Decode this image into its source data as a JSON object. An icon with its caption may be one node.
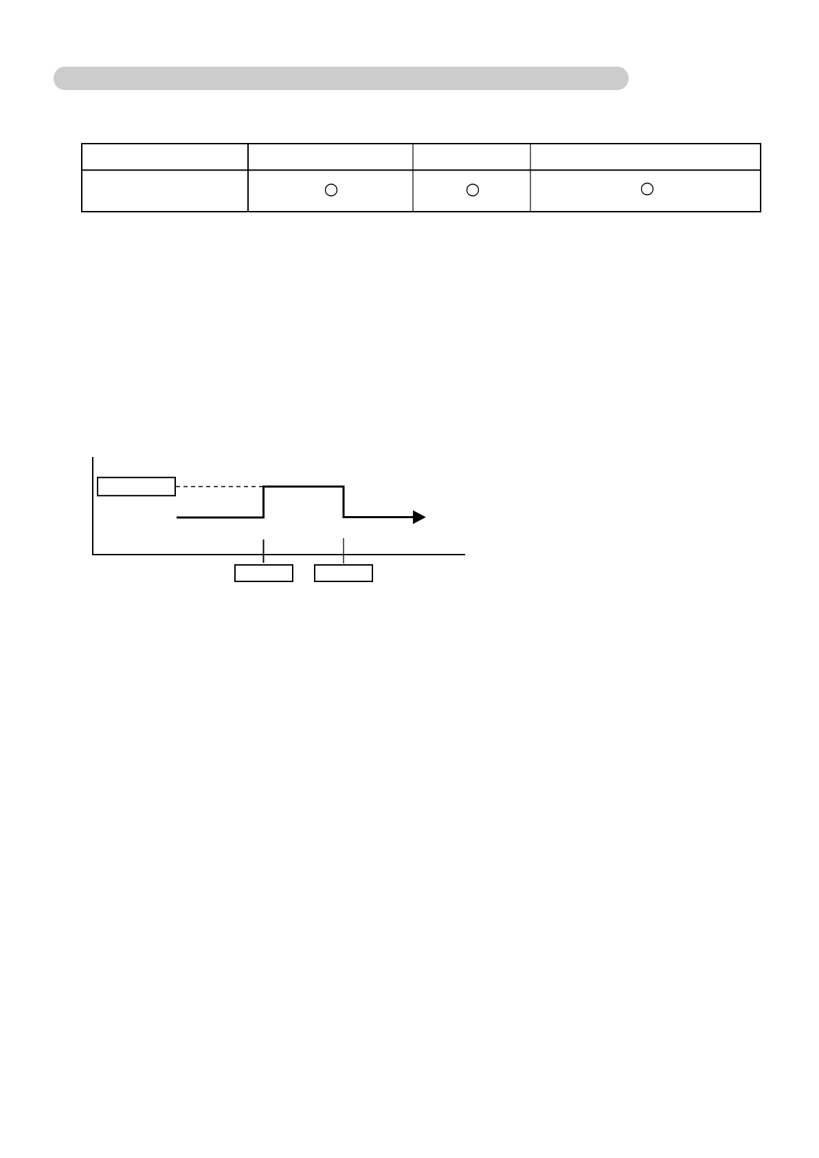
{
  "diagram": {
    "nodes": [
      {
        "text": [],
        "shape": "bar"
      },
      {
        "text": [],
        "shape": "box"
      },
      {
        "text": [],
        "shape": "line"
      },
      {
        "text": [],
        "shape": "box"
      },
      {
        "text": [],
        "shape": "box"
      }
    ],
    "edges": [
      {
        "from": 1,
        "to": 2,
        "arrow": "none",
        "style": "dashed"
      }
    ],
    "labels": [
      "○",
      "○",
      "○"
    ]
  }
}
